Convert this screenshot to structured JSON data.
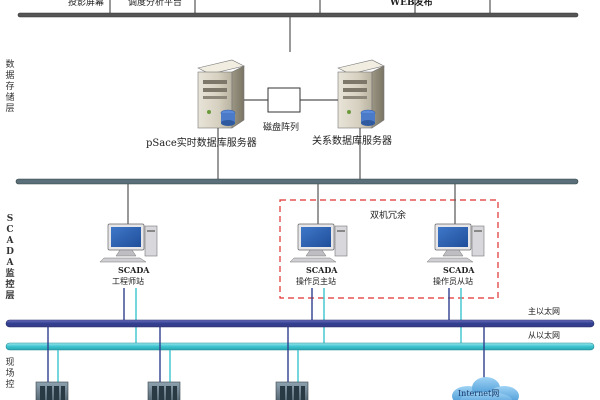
{
  "top_labels": [
    "投影屏幕",
    "调度分析平台",
    "WEB发布"
  ],
  "layers": {
    "storage": "数据存储层",
    "scada": "SCADA监控层",
    "field": "现场控"
  },
  "servers": {
    "realtime": "pSace实时数据库服务器",
    "relational": "关系数据库服务器",
    "disk_array": "磁盘阵列"
  },
  "redundancy": "双机冗余",
  "stations": [
    {
      "title": "SCADA",
      "subtitle": "工程师站"
    },
    {
      "title": "SCADA",
      "subtitle": "操作员主站"
    },
    {
      "title": "SCADA",
      "subtitle": "操作员从站"
    }
  ],
  "networks": {
    "primary": "主以太网",
    "secondary": "从以太网"
  },
  "field_cloud": "Internet网",
  "colors": {
    "primary_bus": "#2f3f8f",
    "secondary_bus": "#3cc4cf",
    "dashed_box": "#e03030",
    "gray_line": "#555555"
  }
}
